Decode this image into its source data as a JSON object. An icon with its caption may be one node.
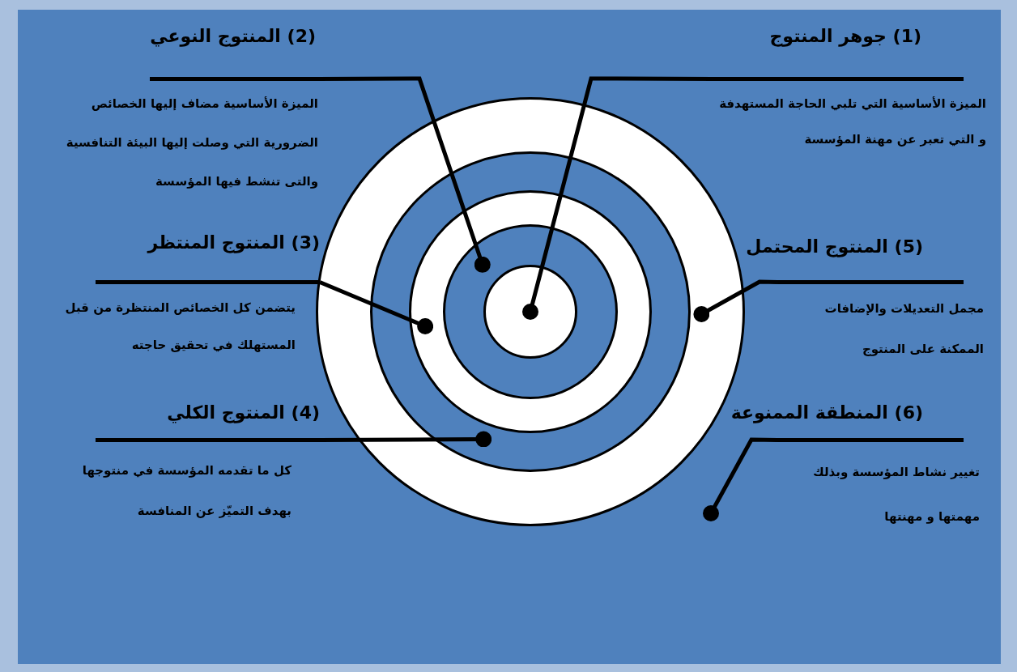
{
  "diagram": {
    "nodes": [
      {
        "text": [],
        "shape": "circle"
      },
      {
        "text": [],
        "shape": "circle",
        "in": 0
      },
      {
        "text": [],
        "shape": "circle",
        "in": 1
      },
      {
        "text": [],
        "shape": "circle",
        "in": 2
      },
      {
        "text": [],
        "shape": "circle",
        "in": 3
      },
      {
        "text": [
          "(1) جوهر المنتوج",
          "الميزة الأساسية التي تلبي الحاجة المستهدفة و التي تعبر عن مهنة المؤسسة"
        ]
      },
      {
        "text": [
          "(2) المنتوج النوعي",
          "الميزة الأساسية مضاف إليها الخصائص الضرورية التي وصلت إليها البيئة التنافسية والتى تنشط فيها المؤسسة"
        ]
      },
      {
        "text": [
          "(3) المنتوج المنتظر",
          "يتضمن كل الخصائص المنتظرة من قبل المستهلك في تحقيق حاجته"
        ]
      },
      {
        "text": [
          "(5) المنتوج المحتمل",
          "مجمل التعديلات والإضافات الممكنة على المنتوج"
        ]
      },
      {
        "text": [
          "(4) المنتوج الكلي",
          "كل ما تقدمه المؤسسة في منتوجها بهدف التميّز عن المنافسة"
        ]
      },
      {
        "text": [
          "(6) المنطقة الممنوعة",
          "تغيير نشاط المؤسسة وبذلك مهمتها و مهنتها"
        ]
      }
    ],
    "edges": [
      {
        "from": 5,
        "to": 4,
        "arrow": "other"
      },
      {
        "from": 6,
        "to": 3,
        "arrow": "other"
      },
      {
        "from": 7,
        "to": 2,
        "arrow": "other"
      },
      {
        "from": 8,
        "to": 0,
        "arrow": "other"
      },
      {
        "from": 9,
        "to": 1,
        "arrow": "other"
      },
      {
        "from": 10,
        "to": null,
        "arrow": "other"
      }
    ]
  }
}
